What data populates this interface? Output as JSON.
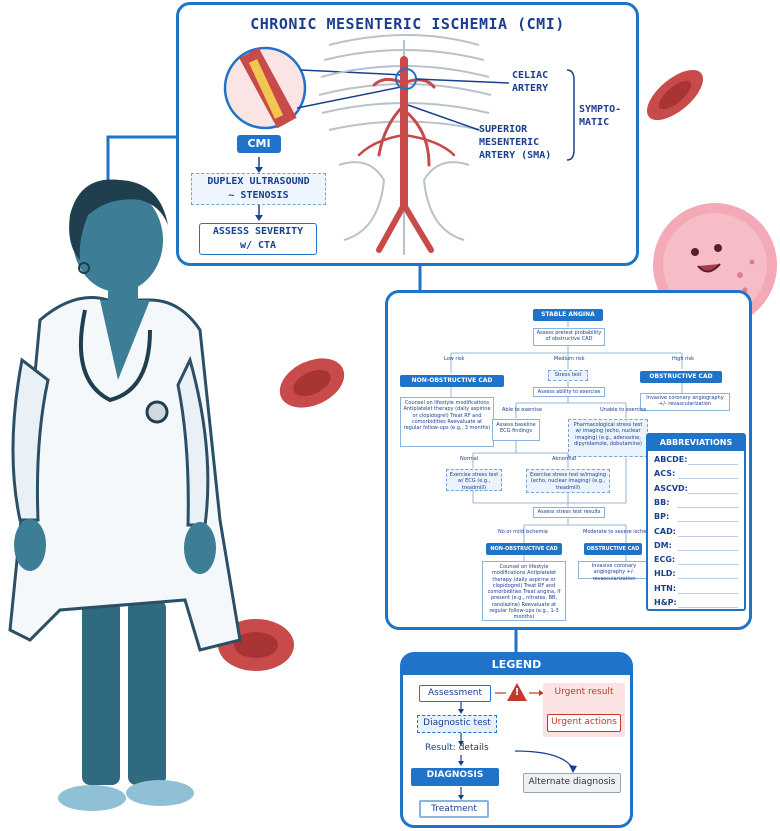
{
  "top_panel": {
    "title": "CHRONIC MESENTERIC ISCHEMIA (CMI)",
    "cmi_badge": "CMI",
    "duplex_line1": "DUPLEX ULTRASOUND",
    "duplex_line2": "~ STENOSIS",
    "assess_line1": "ASSESS SEVERITY",
    "assess_line2": "w/ CTA",
    "celiac_line1": "CELIAC",
    "celiac_line2": "ARTERY",
    "sma_line1": "SUPERIOR",
    "sma_line2": "MESENTERIC",
    "sma_line3": "ARTERY (SMA)",
    "symptomatic_line1": "SYMPTO-",
    "symptomatic_line2": "MATIC"
  },
  "flowchart": {
    "stable_angina": "STABLE ANGINA",
    "assess_probability": "Assess pretest probability of obstructive CAD",
    "low_risk": "Low risk",
    "medium_risk": "Medium risk",
    "high_risk": "High risk",
    "non_obstructive_top": "NON-OBSTRUCTIVE CAD",
    "obstructive_top": "OBSTRUCTIVE CAD",
    "counsel_top": "Counsel on lifestyle modifications Antiplatelet therapy (daily aspirine or clopidogrel) Treat RF and comorbidities Reevaluate at regular follow-ups (e.g., 3 months)",
    "stress_test": "Stress test",
    "invasive_top": "Invasive coronary angiography +/- revascularization",
    "assess_ability": "Assess ability to exercise",
    "able": "Able to exercise",
    "unable": "Unable to exercise",
    "assess_baseline": "Assess baseline ECG findings",
    "pharma": "Pharmacological stress test w/ imaging (echo, nuclear imaging) (e.g., adenosine, dipyridamole, dobutamine)",
    "normal": "Normal",
    "abnormal": "Abnormal",
    "exercise_ecg": "Exercise stress test w/ ECG (e.g., treadmill)",
    "exercise_imaging": "Exercise stress test w/imaging (echo, nuclear imaging) (e.g., treadmill)",
    "assess_results": "Assess stress test results",
    "no_mild": "No or mild ischemia",
    "moderate_severe": "Moderate to severe ischemia",
    "non_obstructive_bottom": "NON-OBSTRUCTIVE CAD",
    "obstructive_bottom": "OBSTRUCTIVE CAD",
    "counsel_bottom": "Counsel on lifestyle modifications Antiplatelet therapy (daily aspirine or clopidogrel) Treat RF and comorbidities Treat angina, if present (e.g., nitrates, BB, ranolazine) Reevaluate at regular follow-ups (e.g., 1-3 months)",
    "invasive_bottom": "Invasive coronary angiography +/- revascularization"
  },
  "abbreviations": {
    "title": "ABBREVIATIONS",
    "items": [
      "ABCDE:",
      "ACS:",
      "ASCVD:",
      "BB:",
      "BP:",
      "CAD:",
      "DM:",
      "ECG:",
      "HLD:",
      "HTN:",
      "H&P:"
    ]
  },
  "legend": {
    "title": "LEGEND",
    "assessment": "Assessment",
    "urgent_result": "Urgent result",
    "urgent_actions": "Urgent actions",
    "diagnostic_test": "Diagnostic test",
    "result_label": "Result:",
    "result_details": "details",
    "diagnosis": "DIAGNOSIS",
    "alternate_diagnosis": "Alternate diagnosis",
    "treatment": "Treatment",
    "warning_symbol": "!"
  },
  "colors": {
    "primary_blue": "#1f73c9",
    "dark_navy": "#1b3f8f",
    "urgent_red": "#c0392b",
    "rbc_red": "#c84a4a",
    "doctor_teal": "#3d7e96"
  }
}
